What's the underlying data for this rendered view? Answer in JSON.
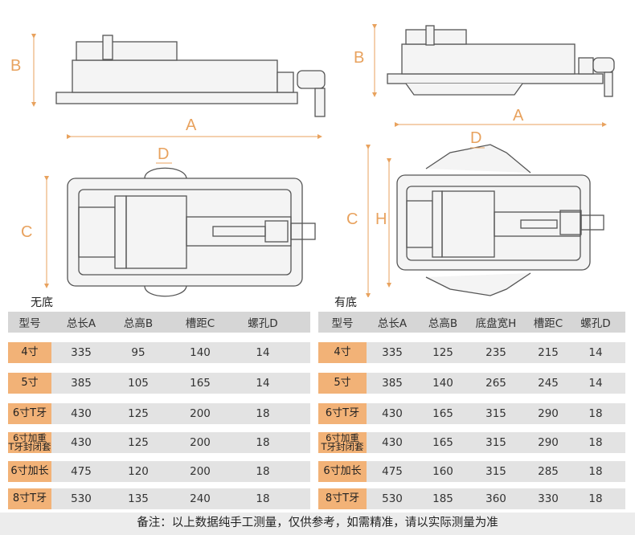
{
  "dimension_labels": {
    "left": {
      "a": "A",
      "b": "B",
      "c": "C",
      "d": "D"
    },
    "right": {
      "a": "A",
      "b": "B",
      "c": "C",
      "d": "D",
      "h": "H"
    }
  },
  "table_left": {
    "title": "无底",
    "headers": [
      "型号",
      "总长A",
      "总高B",
      "槽距C",
      "螺孔D"
    ],
    "rows": [
      {
        "model": "4寸",
        "values": [
          "335",
          "95",
          "140",
          "14"
        ]
      },
      {
        "model": "5寸",
        "values": [
          "385",
          "105",
          "165",
          "14"
        ]
      },
      {
        "model": "6寸T牙",
        "values": [
          "430",
          "125",
          "200",
          "18"
        ]
      },
      {
        "model": "6寸加重\nT牙封闭套",
        "values": [
          "430",
          "125",
          "200",
          "18"
        ]
      },
      {
        "model": "6寸加长",
        "values": [
          "475",
          "120",
          "200",
          "18"
        ]
      },
      {
        "model": "8寸T牙",
        "values": [
          "530",
          "135",
          "240",
          "18"
        ]
      }
    ]
  },
  "table_right": {
    "title": "有底",
    "headers": [
      "型号",
      "总长A",
      "总高B",
      "底盘宽H",
      "槽距C",
      "螺孔D"
    ],
    "rows": [
      {
        "model": "4寸",
        "values": [
          "335",
          "125",
          "235",
          "215",
          "14"
        ]
      },
      {
        "model": "5寸",
        "values": [
          "385",
          "140",
          "265",
          "245",
          "14"
        ]
      },
      {
        "model": "6寸T牙",
        "values": [
          "430",
          "165",
          "315",
          "290",
          "18"
        ]
      },
      {
        "model": "6寸加重\nT牙封闭套",
        "values": [
          "430",
          "165",
          "315",
          "290",
          "18"
        ]
      },
      {
        "model": "6寸加长",
        "values": [
          "475",
          "160",
          "315",
          "285",
          "18"
        ]
      },
      {
        "model": "8寸T牙",
        "values": [
          "530",
          "185",
          "360",
          "330",
          "18"
        ]
      }
    ]
  },
  "note": "备注：以上数据纯手工测量，仅供参考，如需精准，请以实际测量为准",
  "colors": {
    "accent": "#f2b277",
    "dimension": "#e8a25e",
    "row_bg": "#e3e3e3",
    "header_bg": "#d6d6d6"
  }
}
